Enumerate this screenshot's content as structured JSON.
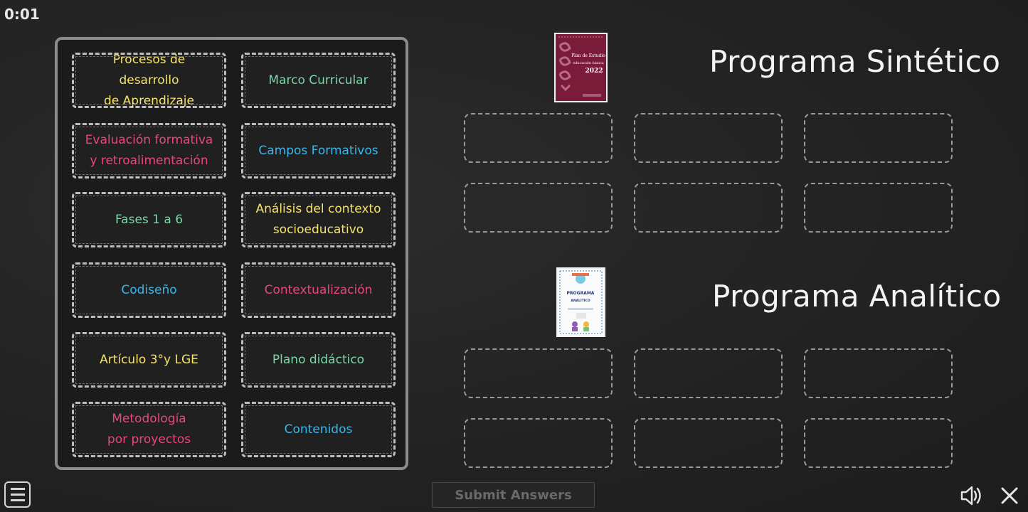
{
  "timer": "0:01",
  "bank": {
    "cards": [
      {
        "lines": [
          "Procesos de desarrollo",
          "de Aprendizaje"
        ],
        "color": "#f6e36a"
      },
      {
        "lines": [
          "Marco Curricular"
        ],
        "color": "#79d7a8"
      },
      {
        "lines": [
          "Evaluación formativa",
          "y retroalimentación"
        ],
        "color": "#e8487a"
      },
      {
        "lines": [
          "Campos Formativos"
        ],
        "color": "#39b6ea"
      },
      {
        "lines": [
          "Fases 1 a 6"
        ],
        "color": "#79d7a8"
      },
      {
        "lines": [
          "Análisis del contexto",
          "socioeducativo"
        ],
        "color": "#f6e36a"
      },
      {
        "lines": [
          "Codiseño"
        ],
        "color": "#39b6ea"
      },
      {
        "lines": [
          "Contextualización"
        ],
        "color": "#e8487a"
      },
      {
        "lines": [
          "Artículo 3°y LGE"
        ],
        "color": "#f6e36a"
      },
      {
        "lines": [
          "Plano didáctico"
        ],
        "color": "#79d7a8"
      },
      {
        "lines": [
          "Metodología",
          "por proyectos"
        ],
        "color": "#e8487a"
      },
      {
        "lines": [
          "Contenidos"
        ],
        "color": "#39b6ea"
      }
    ]
  },
  "targets": {
    "sintetico": {
      "title": "Programa Sintético",
      "thumb": {
        "line1": "Plan de Estudio",
        "line2": "educación básica",
        "year": "2022"
      }
    },
    "analitico": {
      "title": "Programa Analítico",
      "thumb": {
        "line1": "PROGRAMA",
        "line2": "ANALÍTICO"
      }
    }
  },
  "submit_label": "Submit Answers",
  "icons": {
    "menu": "menu-icon",
    "sound": "speaker-icon",
    "close": "close-icon"
  }
}
